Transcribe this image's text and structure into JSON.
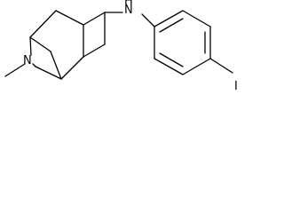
{
  "colors": {
    "bond": "#000000",
    "background": "#ffffff"
  },
  "molecule": {
    "atom_labels": {
      "ring_nitrogen": "N",
      "amine_nitrogen": "N",
      "amine_hydrogen": "H",
      "iodine": "I"
    }
  }
}
